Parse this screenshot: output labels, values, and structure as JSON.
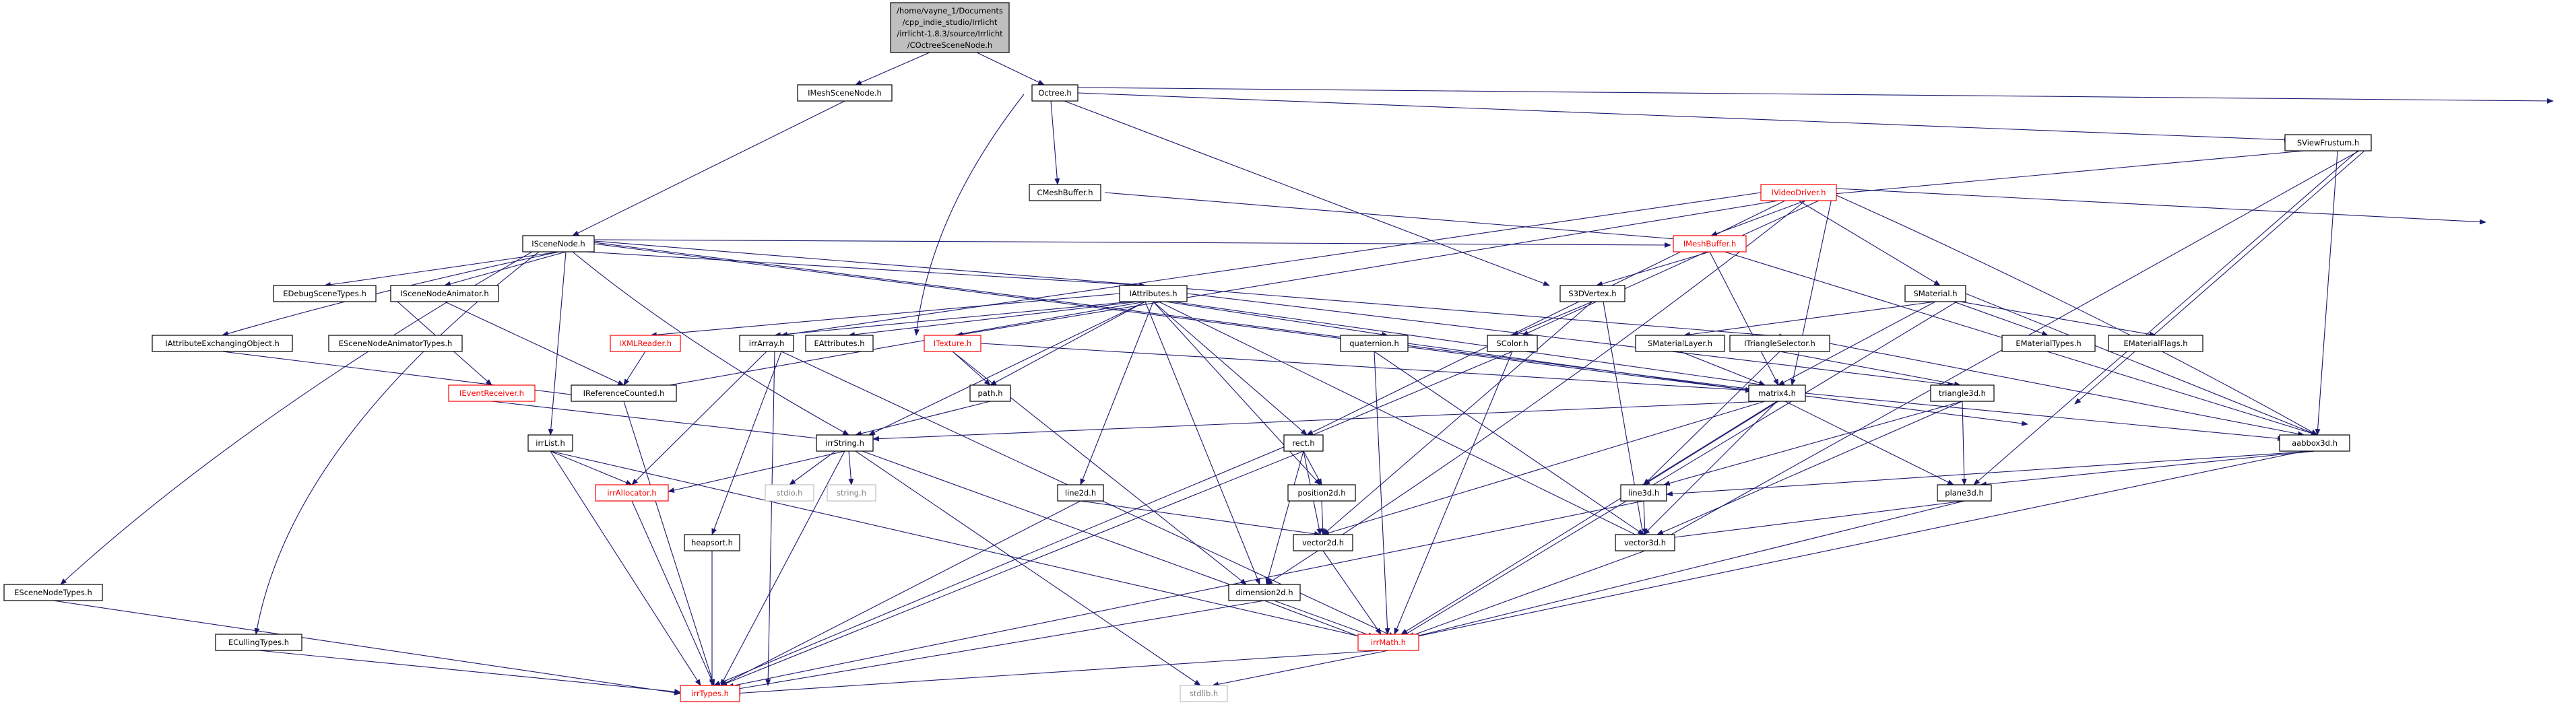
{
  "graph": {
    "root_lines": [
      "/home/vayne_1/Documents",
      "/cpp_indie_studio/Irrlicht",
      "/irrlicht-1.8.3/source/Irrlicht",
      "/COctreeSceneNode.h"
    ],
    "nodes": {
      "IMeshSceneNode": "IMeshSceneNode.h",
      "Octree": "Octree.h",
      "ISceneNode": "ISceneNode.h",
      "SViewFrustum": "SViewFrustum.h",
      "CMeshBuffer": "CMeshBuffer.h",
      "IVideoDriver": "IVideoDriver.h",
      "IMeshBuffer": "IMeshBuffer.h",
      "EDebugSceneTypes": "EDebugSceneTypes.h",
      "ISceneNodeAnimator": "ISceneNodeAnimator.h",
      "IAttributes": "IAttributes.h",
      "S3DVertex": "S3DVertex.h",
      "SMaterial": "SMaterial.h",
      "IAttributeExchangingObject": "IAttributeExchangingObject.h",
      "ESceneNodeAnimatorTypes": "ESceneNodeAnimatorTypes.h",
      "IXMLReader": "IXMLReader.h",
      "irrArray": "irrArray.h",
      "EAttributes": "EAttributes.h",
      "ITexture": "ITexture.h",
      "quaternion": "quaternion.h",
      "SColor": "SColor.h",
      "SMaterialLayer": "SMaterialLayer.h",
      "ITriangleSelector": "ITriangleSelector.h",
      "EMaterialTypes": "EMaterialTypes.h",
      "EMaterialFlags": "EMaterialFlags.h",
      "IReferenceCounted": "IReferenceCounted.h",
      "IEventReceiver": "IEventReceiver.h",
      "path": "path.h",
      "matrix4": "matrix4.h",
      "triangle3d": "triangle3d.h",
      "irrList": "irrList.h",
      "irrString": "irrString.h",
      "rect": "rect.h",
      "aabbox3d": "aabbox3d.h",
      "irrAllocator": "irrAllocator.h",
      "stdio": "stdio.h",
      "string": "string.h",
      "line2d": "line2d.h",
      "position2d": "position2d.h",
      "line3d": "line3d.h",
      "plane3d": "plane3d.h",
      "heapsort": "heapsort.h",
      "vector2d": "vector2d.h",
      "vector3d": "vector3d.h",
      "ESceneNodeTypes": "ESceneNodeTypes.h",
      "dimension2d": "dimension2d.h",
      "ECullingTypes": "ECullingTypes.h",
      "irrMath": "irrMath.h",
      "irrTypes": "irrTypes.h",
      "stdlib": "stdlib.h"
    }
  },
  "colors": {
    "edge": "#191970",
    "root_fill": "#bfbfbf",
    "truncated_border": "#ff0000",
    "truncated_text": "#ff0000",
    "system_header_border": "#bfbfbf"
  }
}
